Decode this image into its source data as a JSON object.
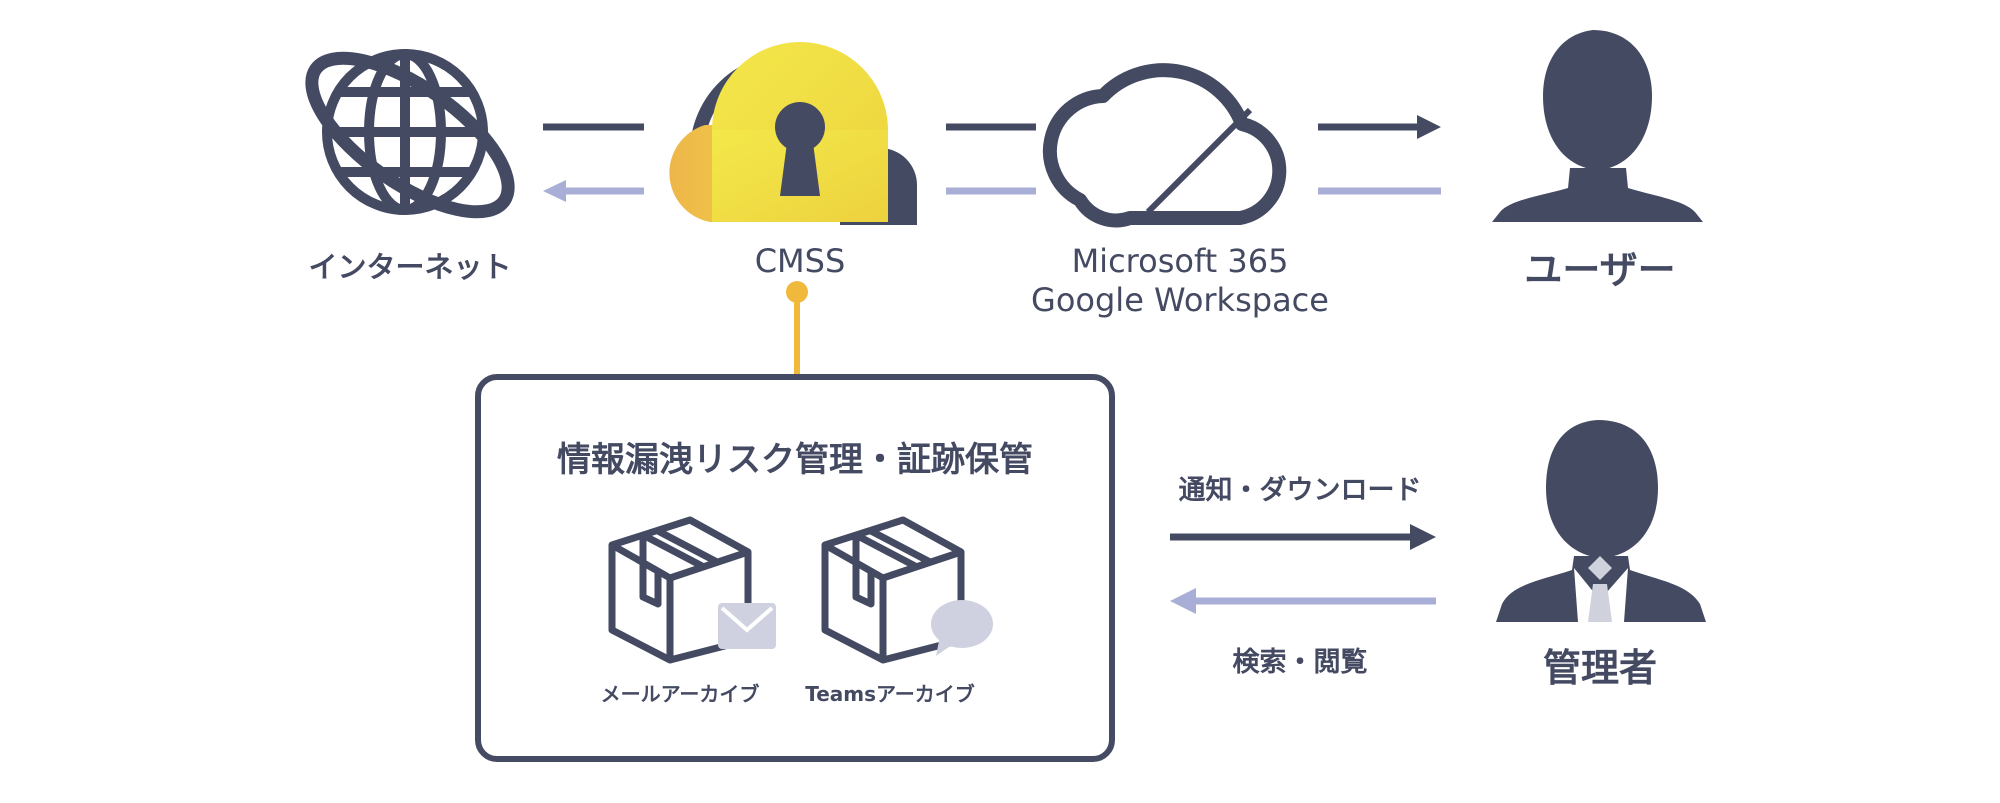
{
  "nodes": {
    "internet": {
      "label": "インターネット"
    },
    "cmss": {
      "label": "CMSS"
    },
    "cloud_service": {
      "label_lines": [
        "Microsoft 365",
        "Google Workspace"
      ]
    },
    "user": {
      "label": "ユーザー"
    },
    "admin": {
      "label": "管理者"
    }
  },
  "panel": {
    "title": "情報漏洩リスク管理・証跡保管",
    "items": [
      {
        "label": "メールアーカイブ",
        "icon": "mail-archive-box-icon"
      },
      {
        "label": "Teamsアーカイブ",
        "icon": "chat-archive-box-icon"
      }
    ]
  },
  "edges": {
    "admin_out": "通知・ダウンロード",
    "admin_in": "検索・閲覧"
  },
  "colors": {
    "dark": "#454a63",
    "light_arrow": "#a8aed6",
    "accent": "#f1b93b",
    "gold": "#f0e04a",
    "orange": "#eeb14a"
  }
}
